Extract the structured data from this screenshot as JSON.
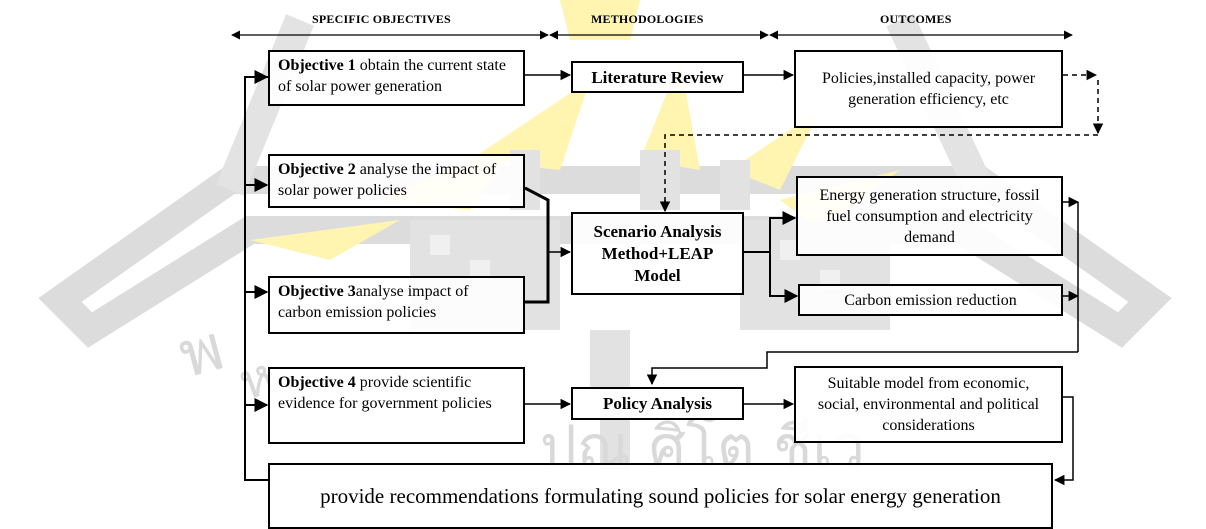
{
  "headers": {
    "objectives": "SPECIFIC OBJECTIVES",
    "methodologies": "METHODOLOGIES",
    "outcomes": "OUTCOMES"
  },
  "objectives": [
    {
      "label": "Objective 1",
      "text": " obtain the current state of solar power generation"
    },
    {
      "label": "Objective 2",
      "text": "  analyse the impact of  solar power policies"
    },
    {
      "label": "Objective 3",
      "text": "analyse impact of carbon emission policies"
    },
    {
      "label": "Objective 4",
      "text": " provide scientific evidence for government policies"
    }
  ],
  "methods": {
    "literature": "Literature Review",
    "scenario_line1": "Scenario Analysis",
    "scenario_line2": "Method+LEAP",
    "scenario_line3": "Model",
    "policy": "Policy Analysis"
  },
  "outcomes": {
    "policies": "Policies,installed capacity, power generation efficiency, etc",
    "energy": "Energy generation structure, fossil fuel consumption and electricity demand",
    "carbon": "Carbon emission reduction",
    "suitable": "Suitable model from economic, social, environmental and political considerations"
  },
  "final": "provide recommendations formulating sound policies for solar energy generation",
  "watermark": {
    "left_text": "พ",
    "left_text2": "ห",
    "bottom_text": "ปณ ศิโต ชีเว",
    "color": "#d9d9d9",
    "accent": "#fff2a8"
  }
}
